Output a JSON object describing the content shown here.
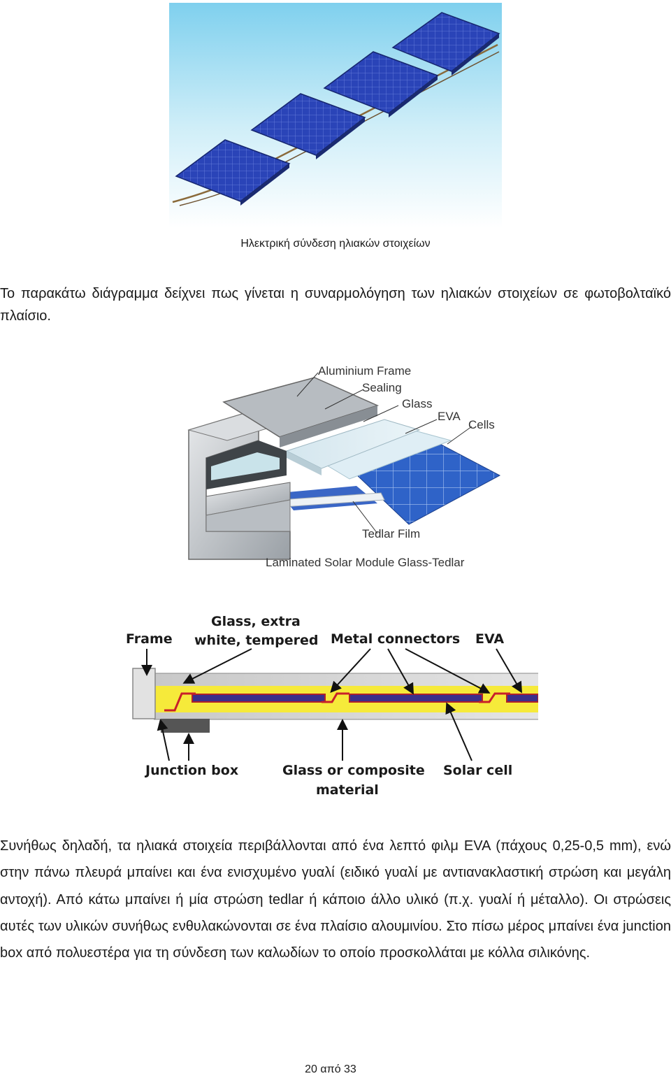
{
  "figure1": {
    "caption": "Ηλεκτρική σύνδεση ηλιακών στοιχείων"
  },
  "intro_text": "Το παρακάτω διάγραμμα δείχνει πως γίνεται η συναρμολόγηση των ηλιακών στοιχείων σε φωτοβολταϊκό πλαίσιο.",
  "figure2": {
    "labels": {
      "frame": "Aluminium Frame",
      "sealing": "Sealing",
      "glass": "Glass",
      "eva": "EVA",
      "cells": "Cells",
      "tedlar": "Tedlar Film",
      "title": "Laminated Solar Module Glass-Tedlar"
    }
  },
  "figure3": {
    "labels": {
      "frame": "Frame",
      "glass_line1": "Glass, extra",
      "glass_line2": "white, tempered",
      "metal": "Metal connectors",
      "eva": "EVA",
      "junction": "Junction box",
      "composite_line1": "Glass or composite",
      "composite_line2": "material",
      "solar_cell": "Solar cell"
    }
  },
  "body_text": "Συνήθως δηλαδή, τα ηλιακά στοιχεία περιβάλλονται από ένα λεπτό φιλμ EVA (πάχους 0,25-0,5 mm), ενώ στην πάνω πλευρά μπαίνει και ένα ενισχυμένο γυαλί (ειδικό γυαλί με αντιανακλαστική στρώση και μεγάλη αντοχή). Από κάτω μπαίνει ή μία στρώση tedlar ή κάποιο άλλο υλικό (π.χ. γυαλί ή μέταλλο). Οι στρώσεις αυτές των υλικών συνήθως ενθυλακώνονται σε ένα πλαίσιο αλουμινίου. Στο πίσω μέρος μπαίνει ένα junction box από πολυεστέρα για τη σύνδεση των καλωδίων το οποίο προσκολλάται με κόλλα σιλικόνης.",
  "footer": {
    "page_label": "20 από 33"
  }
}
